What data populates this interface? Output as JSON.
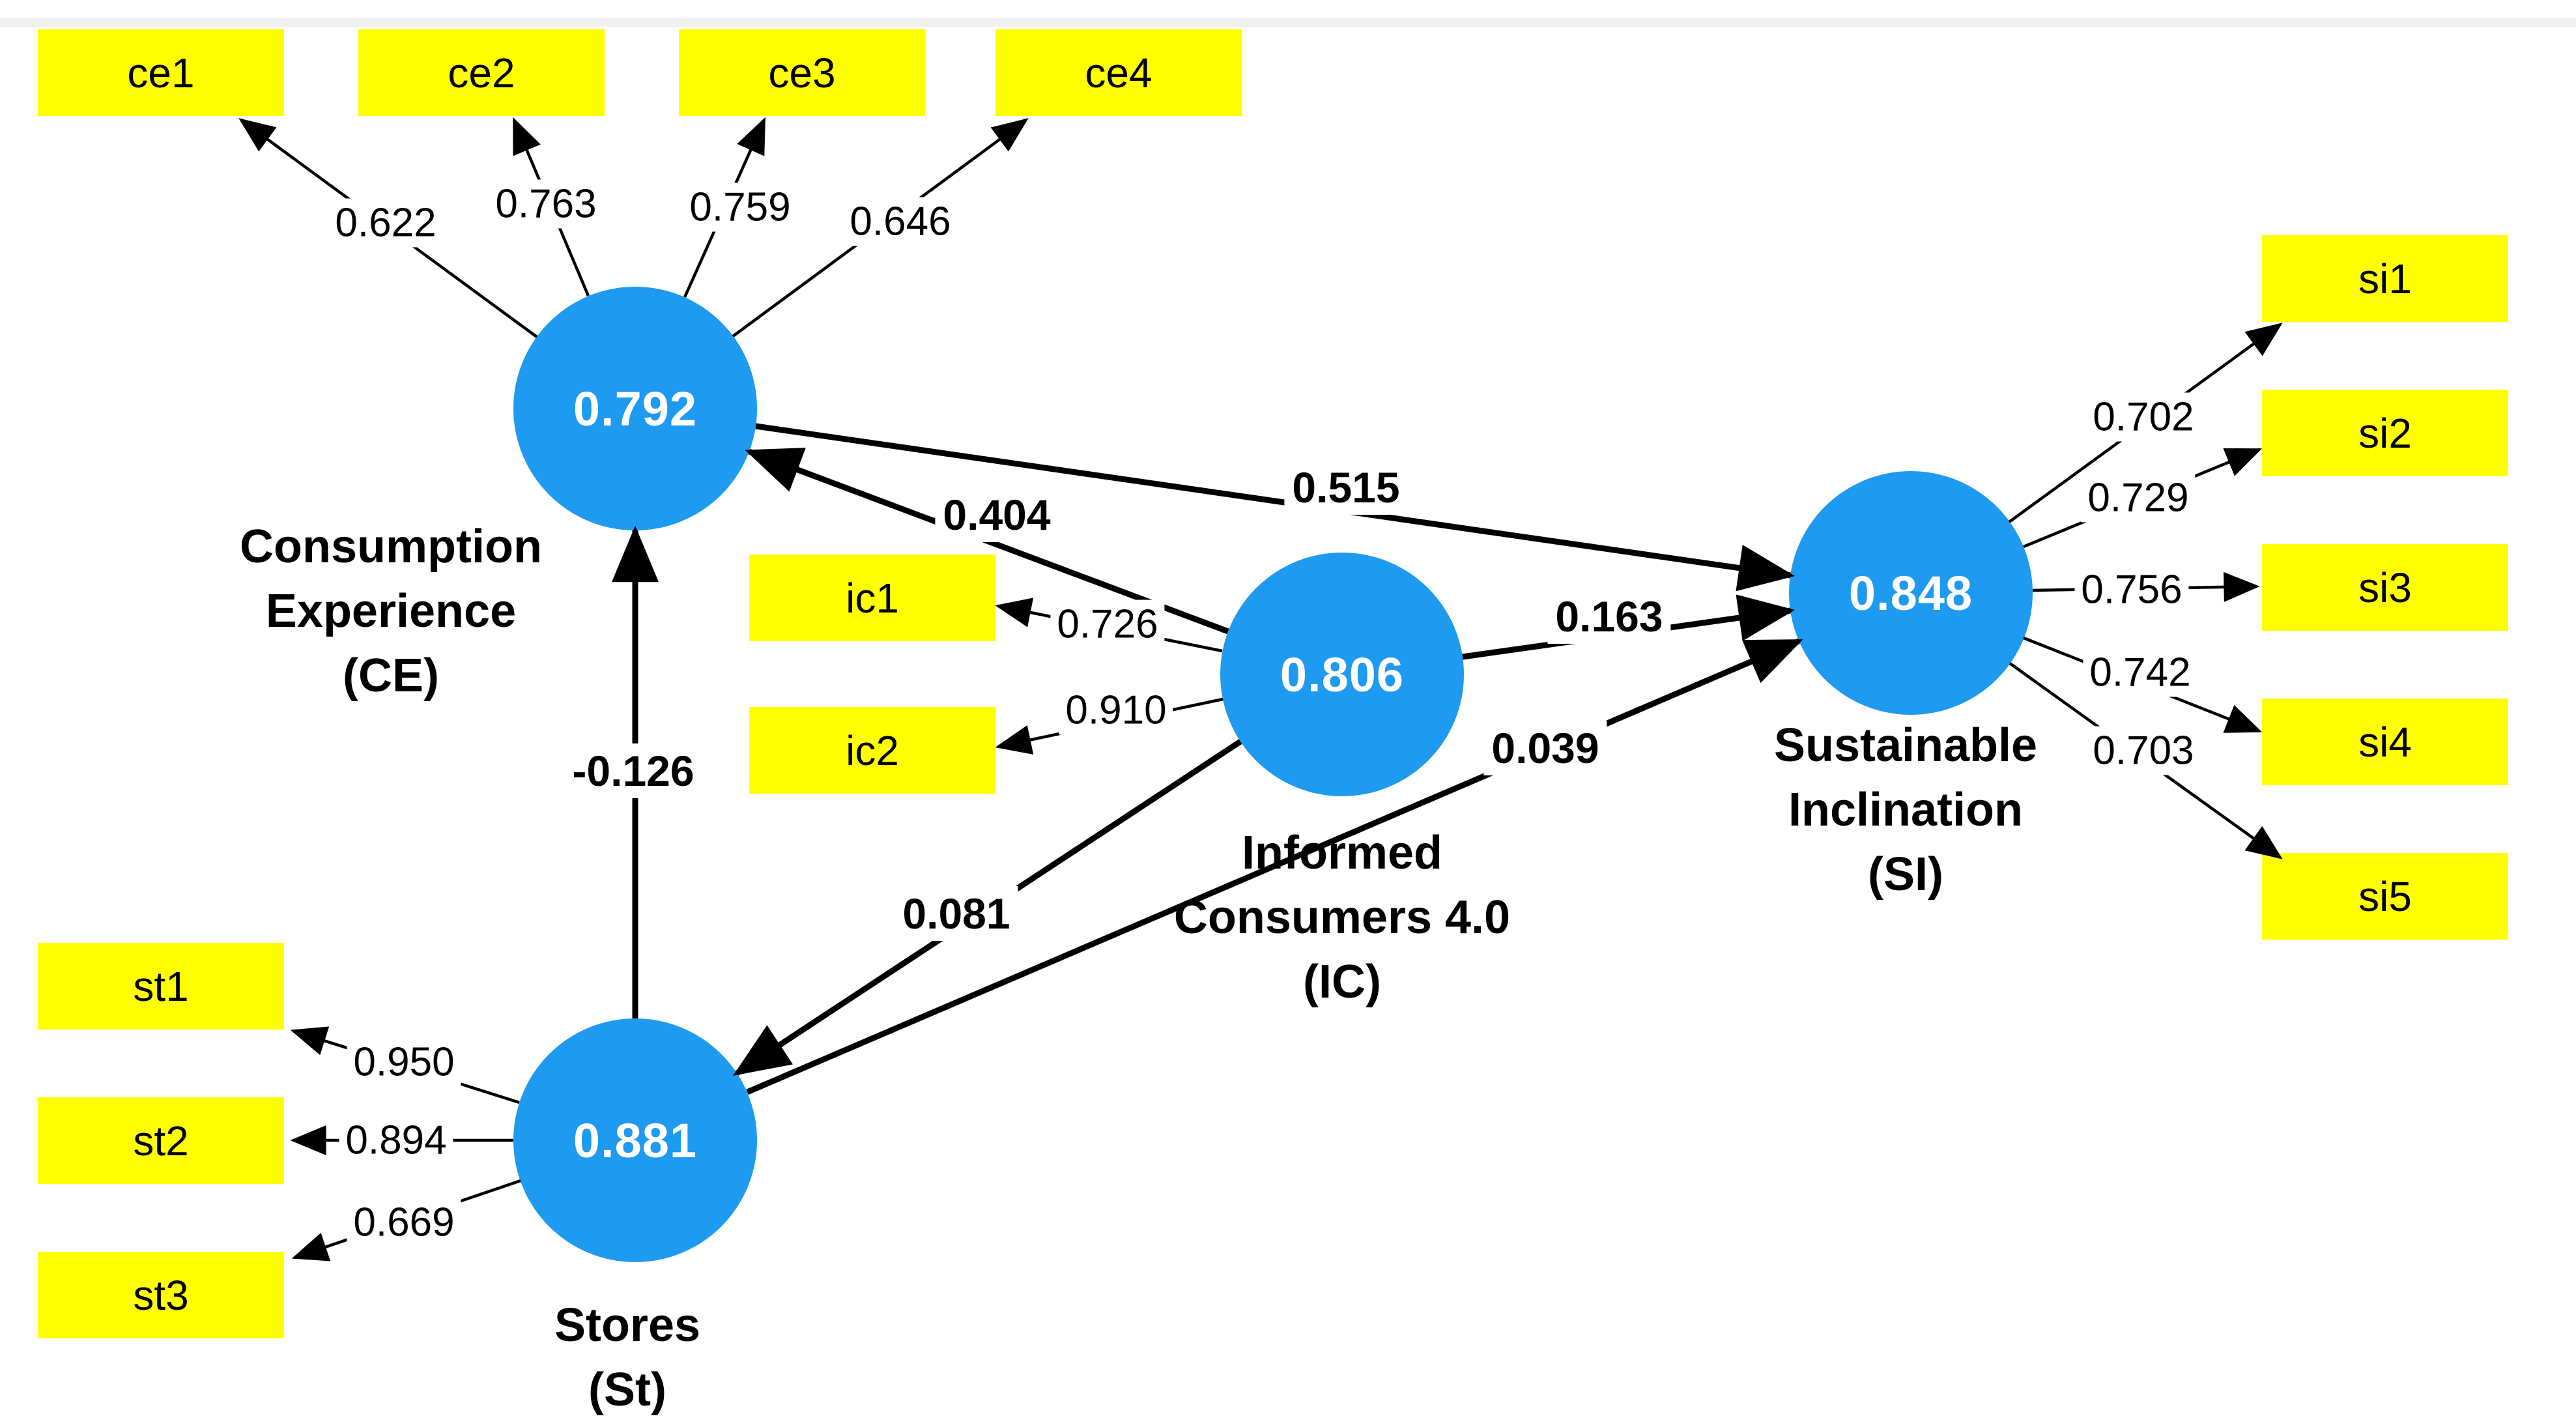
{
  "diagram": {
    "colors": {
      "construct_fill": "#1e9af0",
      "indicator_fill": "#ffff00",
      "line": "#000000",
      "construct_text": "#ffffff",
      "background": "#ffffff"
    },
    "constructs": [
      {
        "id": "CE",
        "value": "0.792",
        "label_lines": [
          "Consumption",
          "Experience",
          "(CE)"
        ]
      },
      {
        "id": "IC",
        "value": "0.806",
        "label_lines": [
          "Informed",
          "Consumers 4.0",
          "(IC)"
        ]
      },
      {
        "id": "SI",
        "value": "0.848",
        "label_lines": [
          "Sustainable",
          "Inclination",
          "(SI)"
        ]
      },
      {
        "id": "St",
        "value": "0.881",
        "label_lines": [
          "Stores",
          "(St)"
        ]
      }
    ],
    "indicators": [
      {
        "id": "ce1",
        "construct": "CE",
        "loading": "0.622"
      },
      {
        "id": "ce2",
        "construct": "CE",
        "loading": "0.763"
      },
      {
        "id": "ce3",
        "construct": "CE",
        "loading": "0.759"
      },
      {
        "id": "ce4",
        "construct": "CE",
        "loading": "0.646"
      },
      {
        "id": "ic1",
        "construct": "IC",
        "loading": "0.726"
      },
      {
        "id": "ic2",
        "construct": "IC",
        "loading": "0.910"
      },
      {
        "id": "si1",
        "construct": "SI",
        "loading": "0.702"
      },
      {
        "id": "si2",
        "construct": "SI",
        "loading": "0.729"
      },
      {
        "id": "si3",
        "construct": "SI",
        "loading": "0.756"
      },
      {
        "id": "si4",
        "construct": "SI",
        "loading": "0.742"
      },
      {
        "id": "si5",
        "construct": "SI",
        "loading": "0.703"
      },
      {
        "id": "st1",
        "construct": "St",
        "loading": "0.950"
      },
      {
        "id": "st2",
        "construct": "St",
        "loading": "0.894"
      },
      {
        "id": "st3",
        "construct": "St",
        "loading": "0.669"
      }
    ],
    "paths": [
      {
        "from": "IC",
        "to": "CE",
        "coefficient": "0.404"
      },
      {
        "from": "CE",
        "to": "SI",
        "coefficient": "0.515"
      },
      {
        "from": "IC",
        "to": "SI",
        "coefficient": "0.163"
      },
      {
        "from": "IC",
        "to": "St",
        "coefficient": "0.081"
      },
      {
        "from": "St",
        "to": "CE",
        "coefficient": "-0.126"
      },
      {
        "from": "St",
        "to": "SI",
        "coefficient": "0.039"
      }
    ]
  }
}
